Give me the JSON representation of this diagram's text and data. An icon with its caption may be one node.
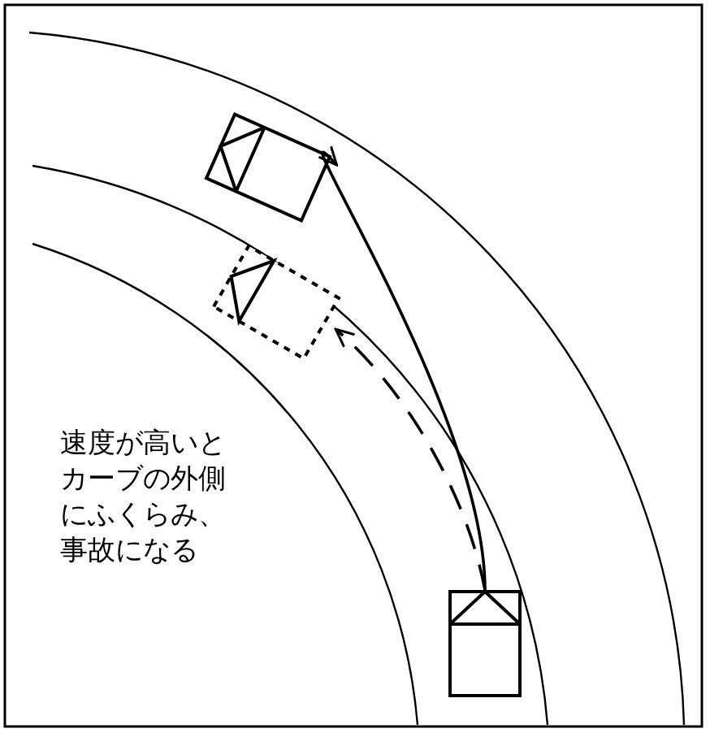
{
  "diagram": {
    "nodes": [
      {
        "text": [],
        "shape": "car"
      },
      {
        "text": [],
        "shape": "car"
      },
      {
        "text": [],
        "shape": "car"
      }
    ],
    "edges": [
      {
        "from": 2,
        "to": 0,
        "arrow": "to"
      },
      {
        "from": 2,
        "to": 1,
        "arrow": "to",
        "style": "dashed"
      }
    ],
    "labels": [
      "速度が高いとカーブの外側にふくらみ、事故になる"
    ]
  }
}
